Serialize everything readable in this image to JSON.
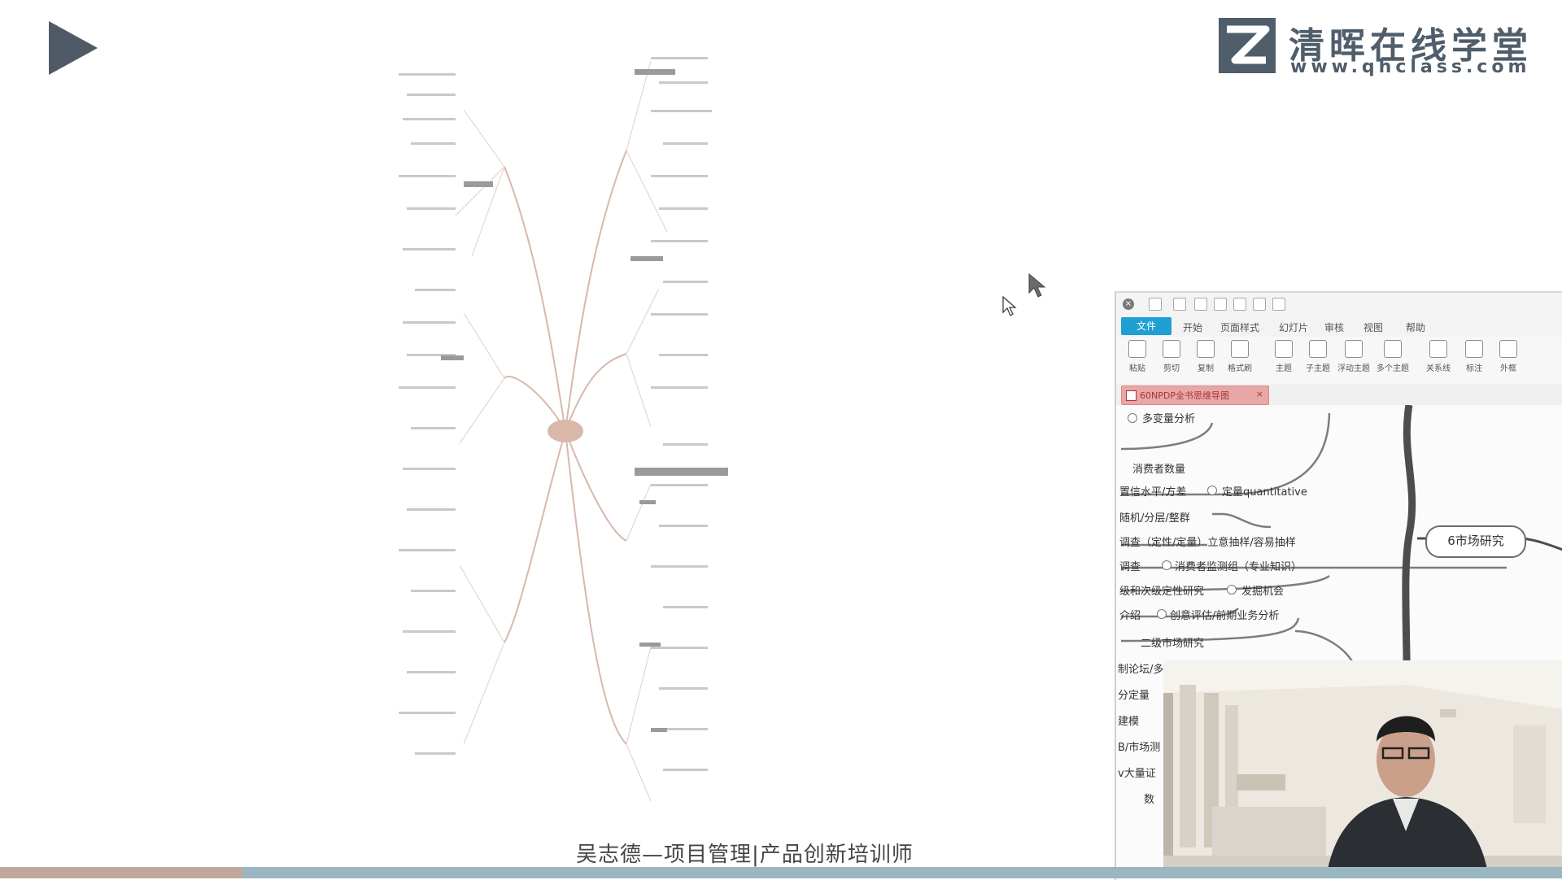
{
  "logo": {
    "title": "清晖在线学堂",
    "url": "www.qhclass.com"
  },
  "app": {
    "menu_tabs": [
      "文件",
      "开始",
      "页面样式",
      "幻灯片",
      "审核",
      "视图",
      "帮助"
    ],
    "ribbon_buttons": [
      "粘贴",
      "剪切",
      "复制",
      "格式刷",
      "主题",
      "子主题",
      "浮动主题",
      "多个主题",
      "关系线",
      "标注",
      "外框"
    ],
    "document_tab": "60NPDP全书思维导图",
    "mindmap_nodes": {
      "n1": "多变量分析",
      "n2": "消费者数量",
      "n3": "置信水平/方差",
      "n4": "定量quantitative",
      "n5": "随机/分层/整群",
      "n6": "调查（定性/定量）立意抽样/容易抽样",
      "n7": "调查",
      "n8": "消费者监测组（专业知识）",
      "n9": "级和次级定性研究",
      "n10": "发掘机会",
      "n11": "介绍",
      "n12": "创意评估/前期业务分析",
      "n13": "二级市场研究",
      "n14": "6市场研究",
      "n15": "制论坛/多",
      "n16": "分定量",
      "n17": "建模",
      "n18": "B/市场测",
      "n19": "v大量证",
      "n20": "数"
    }
  },
  "caption": "吴志德—项目管理|产品创新培训师",
  "video_progress_percent": 15.5,
  "colors": {
    "accent": "#1f9fd3",
    "logo": "#505d6a",
    "progress_bg": "#9bb6c0"
  }
}
